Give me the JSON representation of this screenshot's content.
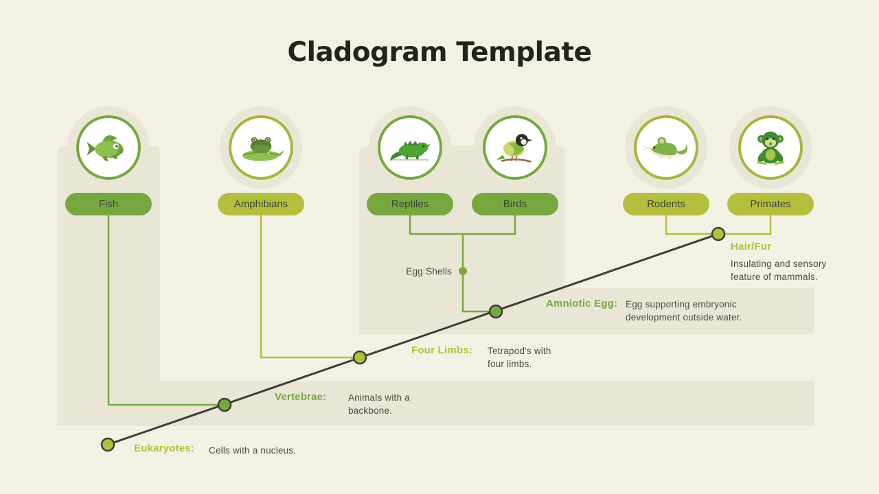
{
  "title": "Cladogram Template",
  "colors": {
    "background": "#f3f1e4",
    "band": "#e9e6d6",
    "green": "#77a83f",
    "yellow_green": "#b5bf3e",
    "line_dark": "#3e3e37"
  },
  "taxa": [
    {
      "label": "Fish",
      "icon": "fish-icon",
      "accent": "green"
    },
    {
      "label": "Amphibians",
      "icon": "frog-icon",
      "accent": "yellow_green"
    },
    {
      "label": "Reptiles",
      "icon": "lizard-icon",
      "accent": "green"
    },
    {
      "label": "Birds",
      "icon": "bird-icon",
      "accent": "green"
    },
    {
      "label": "Rodents",
      "icon": "mouse-icon",
      "accent": "yellow_green"
    },
    {
      "label": "Primates",
      "icon": "monkey-icon",
      "accent": "yellow_green"
    }
  ],
  "traits": [
    {
      "term": "Eukaryotes:",
      "description": "Cells with a nucleus.",
      "accent": "yellow_green"
    },
    {
      "term": "Vertebrae:",
      "description": "Animals with a backbone.",
      "accent": "green"
    },
    {
      "term": "Four Limbs:",
      "description": "Tetrapod's with four limbs.",
      "accent": "yellow_green"
    },
    {
      "term": "Amniotic Egg:",
      "description": "Egg supporting embryonic development outside water.",
      "accent": "green"
    },
    {
      "term": "Hair/Fur",
      "description": "Insulating and sensory feature of mammals.",
      "accent": "yellow_green"
    }
  ],
  "branch_label": "Egg Shells"
}
